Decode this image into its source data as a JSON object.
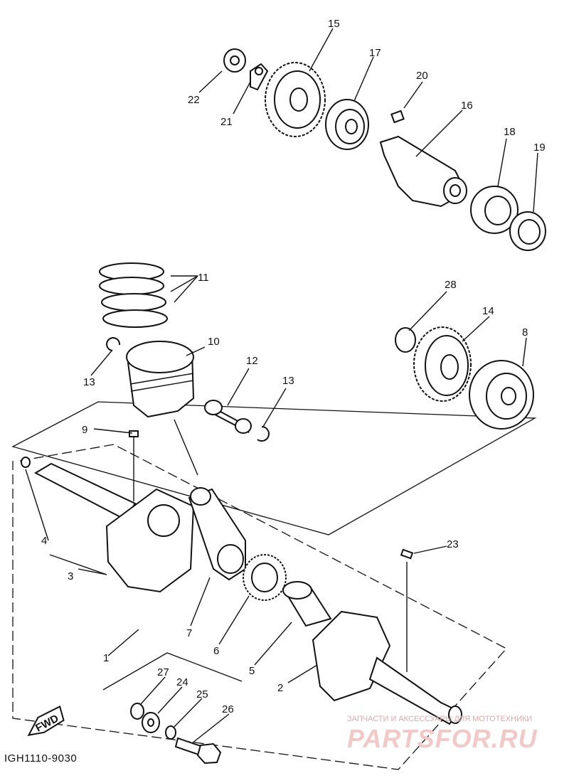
{
  "diagram_code": "IGH1110-9030",
  "fwd_label": "FWD",
  "watermark": {
    "line1": "ЗАПЧАСТИ И АКСЕССУАРЫ ДЛЯ МОТОТЕХНИКИ",
    "line2": "PARTSFOR.RU"
  },
  "labels": {
    "p1": "1",
    "p2": "2",
    "p3": "3",
    "p4": "4",
    "p5": "5",
    "p6": "6",
    "p7": "7",
    "p8": "8",
    "p9": "9",
    "p10": "10",
    "p11": "11",
    "p12": "12",
    "p13a": "13",
    "p13b": "13",
    "p14": "14",
    "p15": "15",
    "p16": "16",
    "p17": "17",
    "p18": "18",
    "p19": "19",
    "p20": "20",
    "p21": "21",
    "p22": "22",
    "p23": "23",
    "p24": "24",
    "p25": "25",
    "p26": "26",
    "p27": "27",
    "p28": "28"
  }
}
